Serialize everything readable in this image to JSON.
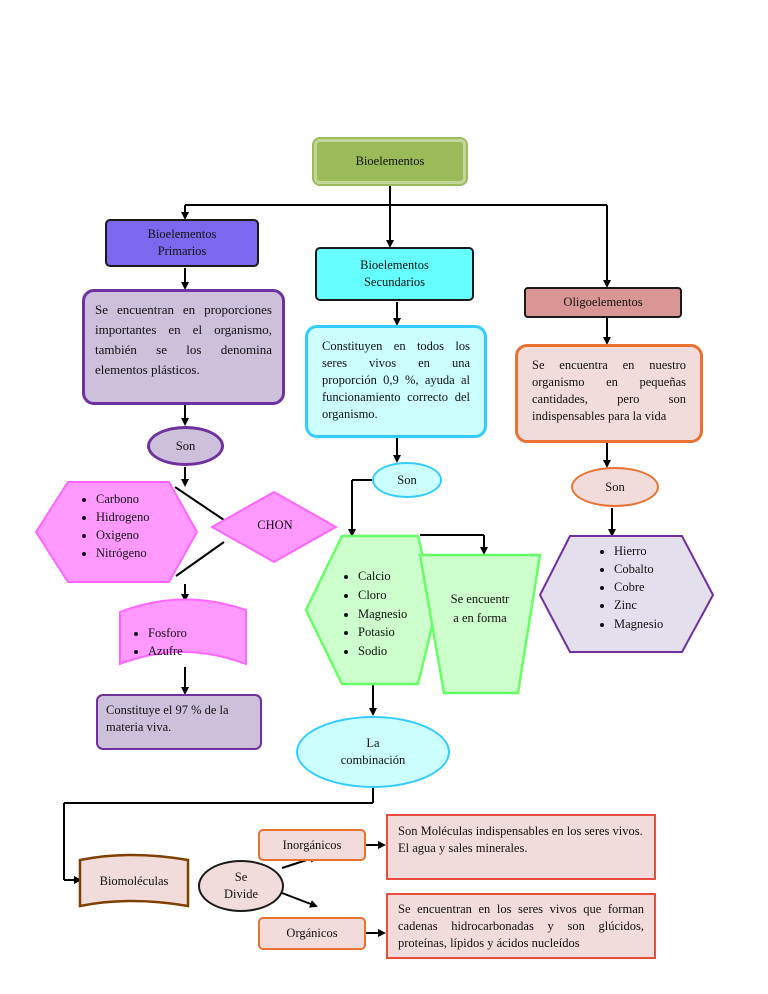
{
  "root": {
    "label": "Bioelementos"
  },
  "primarios": {
    "label": "Bioelementos Primarios",
    "description": "Se encuentran en proporciones importantes en el organismo, también se los denomina elementos plásticos.",
    "son": "Son",
    "list_a": [
      "Carbono",
      "Hidrogeno",
      "Oxigeno",
      "Nitrógeno"
    ],
    "chon": "CHON",
    "list_b": [
      "Fosforo",
      "Azufre"
    ],
    "constituye": "Constituye el 97 % de la materia viva."
  },
  "secundarios": {
    "label": "Bioelementos Secundarios",
    "description": "Constituyen en todos los seres vivos en una proporción 0,9 %, ayuda al funcionamiento correcto del organismo.",
    "son": "Son",
    "list": [
      "Calcio",
      "Cloro",
      "Magnesio",
      "Potasio",
      "Sodio"
    ],
    "forma": "Se encuentr a en forma"
  },
  "oligo": {
    "label": "Oligoelementos",
    "description": "Se encuentra en nuestro organismo en pequeñas cantidades, pero son indispensables para la vida",
    "son": "Son",
    "list": [
      "Hierro",
      "Cobalto",
      "Cobre",
      "Zinc",
      "Magnesio"
    ]
  },
  "combinacion": {
    "label": "La combinación"
  },
  "biomoleculas": {
    "label": "Biomoléculas",
    "divide": "Se Divide",
    "inorganicos": "Inorgánicos",
    "inorganicos_desc_1": "Son Moléculas indispensables en los seres vivos.",
    "inorganicos_desc_2": "El agua y sales minerales.",
    "organicos": "Orgánicos",
    "organicos_desc": "Se encuentran en los seres vivos que forman cadenas hidrocarbonadas y son glúcidos, proteínas, lípidos y ácidos nucleídos"
  },
  "colors": {
    "root": "#9bbb59",
    "primarios": "#7b68ee",
    "secundarios": "#66ffff",
    "oligo": "#d99694",
    "purple_border": "#7030a0",
    "lavender": "#ccc0da",
    "pink": "#ff99ff",
    "green_fill": "#ccffcc",
    "green_border": "#66ff66",
    "orange": "#e97132",
    "light_pink": "#f2dcdb",
    "cyan_fill": "#ccffff",
    "red_border": "#c0392b",
    "brown": "#7f3f00"
  }
}
